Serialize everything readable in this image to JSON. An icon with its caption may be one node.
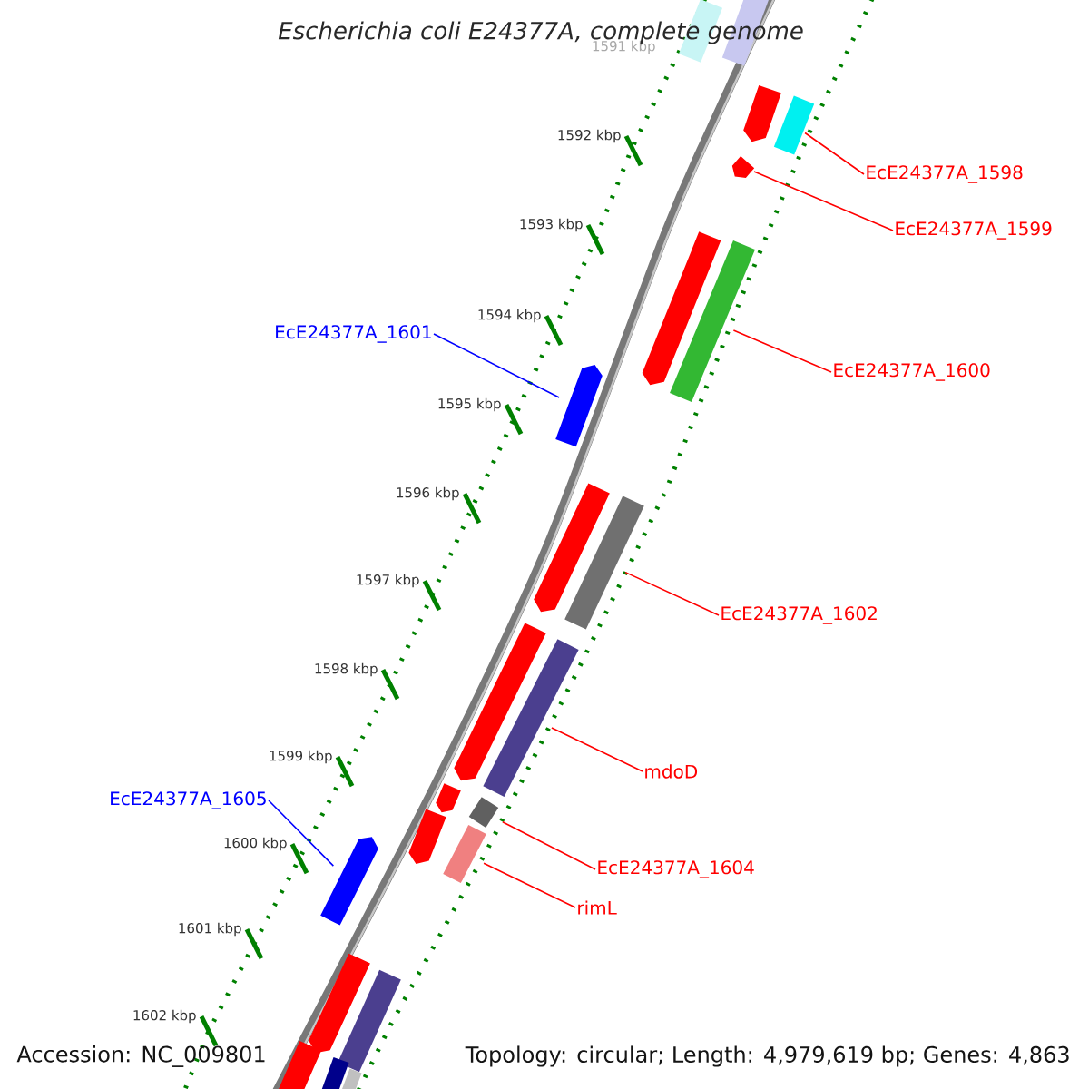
{
  "diagram": {
    "title": "Escherichia coli E24377A, complete genome",
    "nodes": [
      {
        "text": [
          "EcE24377A_1598"
        ]
      },
      {
        "text": [
          "EcE24377A_1599"
        ]
      },
      {
        "text": [
          "EcE24377A_1600"
        ]
      },
      {
        "text": [
          "EcE24377A_1601"
        ]
      },
      {
        "text": [
          "EcE24377A_1602"
        ]
      },
      {
        "text": [
          "mdoD"
        ]
      },
      {
        "text": [
          "EcE24377A_1604"
        ]
      },
      {
        "text": [
          "rimL"
        ]
      },
      {
        "text": [
          "EcE24377A_1605"
        ]
      },
      {
        "text": [],
        "shape": "box"
      },
      {
        "text": [],
        "shape": "box"
      },
      {
        "text": [],
        "shape": "pentagon"
      },
      {
        "text": [],
        "shape": "box"
      },
      {
        "text": [],
        "shape": "pentagon"
      },
      {
        "text": [],
        "shape": "pentagon"
      },
      {
        "text": [],
        "shape": "box"
      },
      {
        "text": [],
        "shape": "pentagon"
      },
      {
        "text": [],
        "shape": "pentagon"
      },
      {
        "text": [],
        "shape": "box"
      },
      {
        "text": [],
        "shape": "pentagon"
      },
      {
        "text": [],
        "shape": "box"
      },
      {
        "text": [],
        "shape": "pentagon"
      },
      {
        "text": [],
        "shape": "box"
      },
      {
        "text": [],
        "shape": "pentagon"
      },
      {
        "text": [],
        "shape": "box"
      },
      {
        "text": [],
        "shape": "pentagon"
      },
      {
        "text": [],
        "shape": "pentagon"
      },
      {
        "text": [],
        "shape": "box"
      },
      {
        "text": [],
        "shape": "pentagon"
      },
      {
        "text": [],
        "shape": "box"
      },
      {
        "text": [],
        "shape": "box"
      }
    ],
    "edges": [
      {
        "from": 0,
        "to": 12,
        "arrow": "none"
      },
      {
        "from": 1,
        "to": 13,
        "arrow": "none"
      },
      {
        "from": 2,
        "to": 15,
        "arrow": "none"
      },
      {
        "from": 3,
        "to": 16,
        "arrow": "none",
        "color": "#0000ff"
      },
      {
        "from": 4,
        "to": 18,
        "arrow": "none"
      },
      {
        "from": 5,
        "to": 20,
        "arrow": "none"
      },
      {
        "from": 6,
        "to": 22,
        "arrow": "none"
      },
      {
        "from": 7,
        "to": 24,
        "arrow": "none"
      },
      {
        "from": 8,
        "to": 25,
        "arrow": "none",
        "color": "#0000ff"
      }
    ],
    "labels": [
      "1591 kbp",
      "1592 kbp",
      "1593 kbp",
      "1594 kbp",
      "1595 kbp",
      "1596 kbp",
      "1597 kbp",
      "1598 kbp",
      "1599 kbp",
      "1600 kbp",
      "1601 kbp",
      "1602 kbp",
      "Accession: NC_009801",
      "Topology: circular; Length: 4,979,619 bp; Genes: 4,863"
    ]
  }
}
